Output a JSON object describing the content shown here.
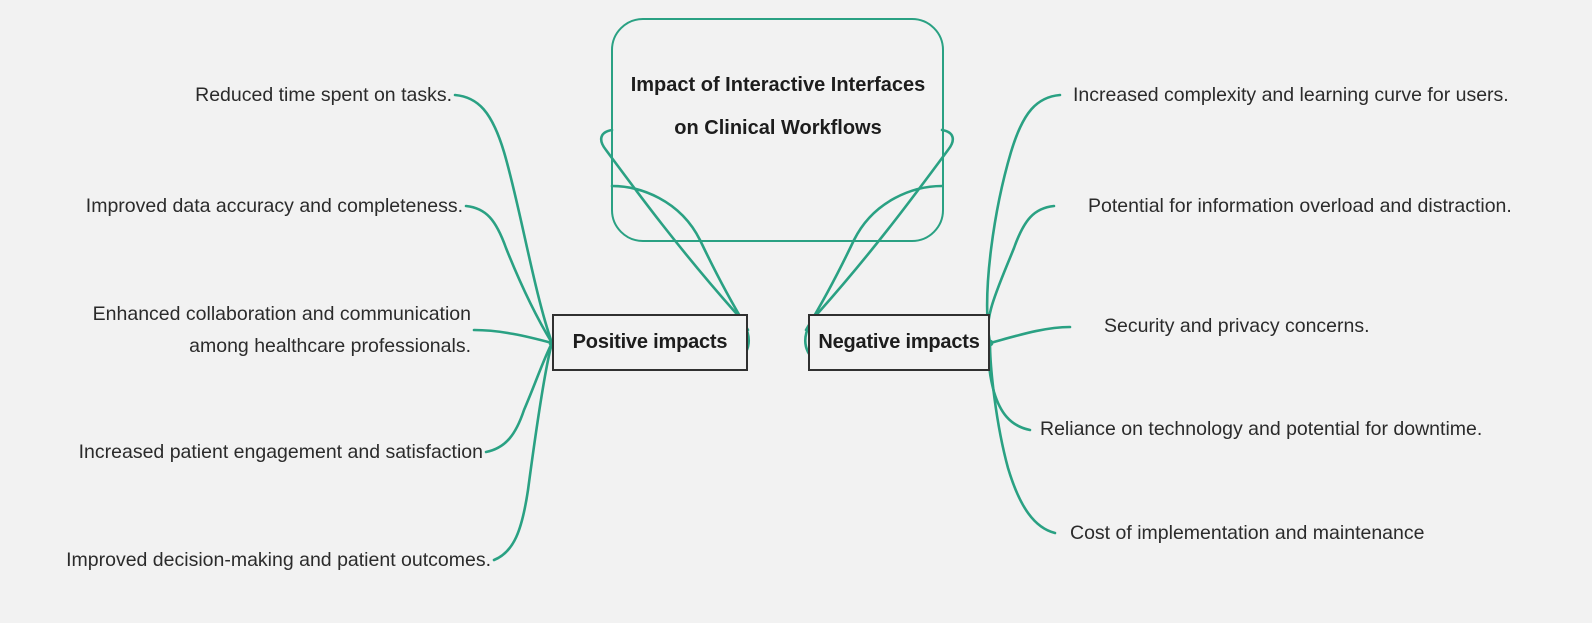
{
  "diagram": {
    "type": "mind-map",
    "background_color": "#f2f2f2",
    "edge_color": "#2aa183",
    "box_border_color": "#303030",
    "text_color": "#2b2b2b",
    "root": {
      "label": "Impact of Interactive Interfaces on Clinical Workflows",
      "shape": "rounded-rectangle"
    },
    "branches": [
      {
        "id": "positive",
        "label": "Positive impacts",
        "side": "left",
        "children": [
          "Reduced time spent on tasks.",
          "Improved data accuracy and completeness.",
          "Enhanced collaboration and communication\namong healthcare professionals.",
          "Increased patient engagement and satisfaction",
          "Improved decision-making and patient outcomes."
        ]
      },
      {
        "id": "negative",
        "label": "Negative impacts",
        "side": "right",
        "children": [
          "Increased complexity and learning curve for users.",
          "Potential for information overload and distraction.",
          "Security and privacy concerns.",
          "Reliance on technology and potential for downtime.",
          "Cost of implementation and maintenance"
        ]
      }
    ]
  }
}
